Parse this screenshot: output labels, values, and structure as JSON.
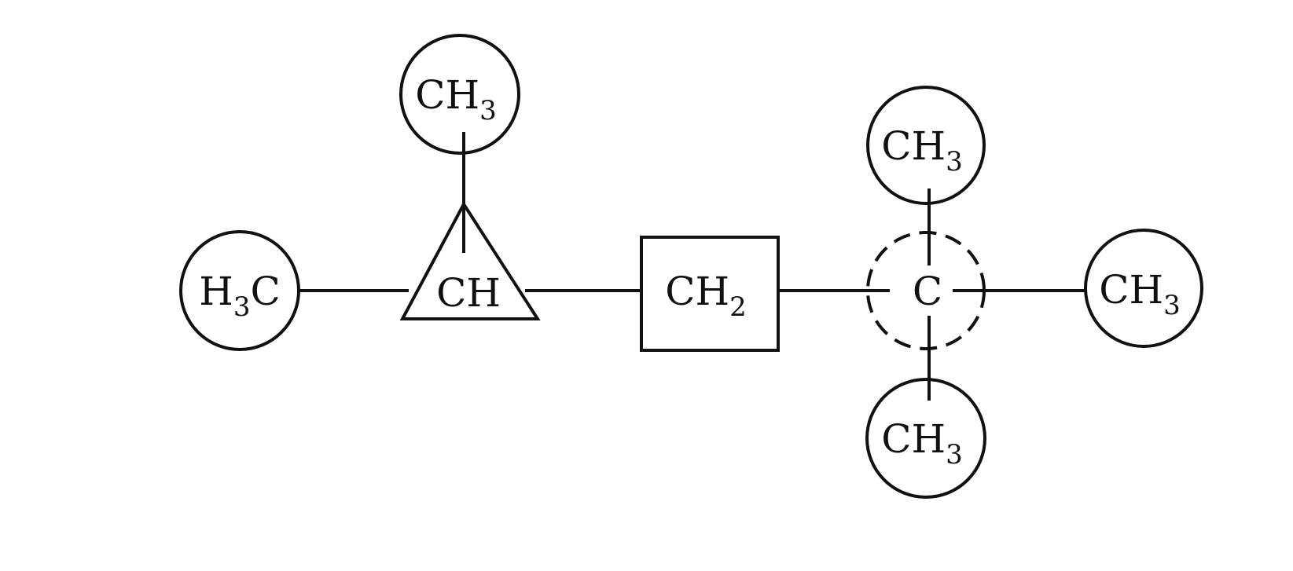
{
  "colors": {
    "ink": "#111111",
    "background": "#ffffff"
  },
  "groups": {
    "left_methyl": {
      "shape": "circle",
      "main": "H",
      "sub": "3",
      "tail": "C"
    },
    "top_methyl": {
      "shape": "circle",
      "main": "CH",
      "sub": "3"
    },
    "methine": {
      "shape": "triangle",
      "main": "CH"
    },
    "methylene": {
      "shape": "square",
      "main": "CH",
      "sub": "2"
    },
    "quaternary": {
      "shape": "dashed-circle",
      "main": "C"
    },
    "upper_methyl": {
      "shape": "circle",
      "main": "CH",
      "sub": "3"
    },
    "right_methyl": {
      "shape": "circle",
      "main": "CH",
      "sub": "3"
    },
    "lower_methyl": {
      "shape": "circle",
      "main": "CH",
      "sub": "3"
    }
  }
}
